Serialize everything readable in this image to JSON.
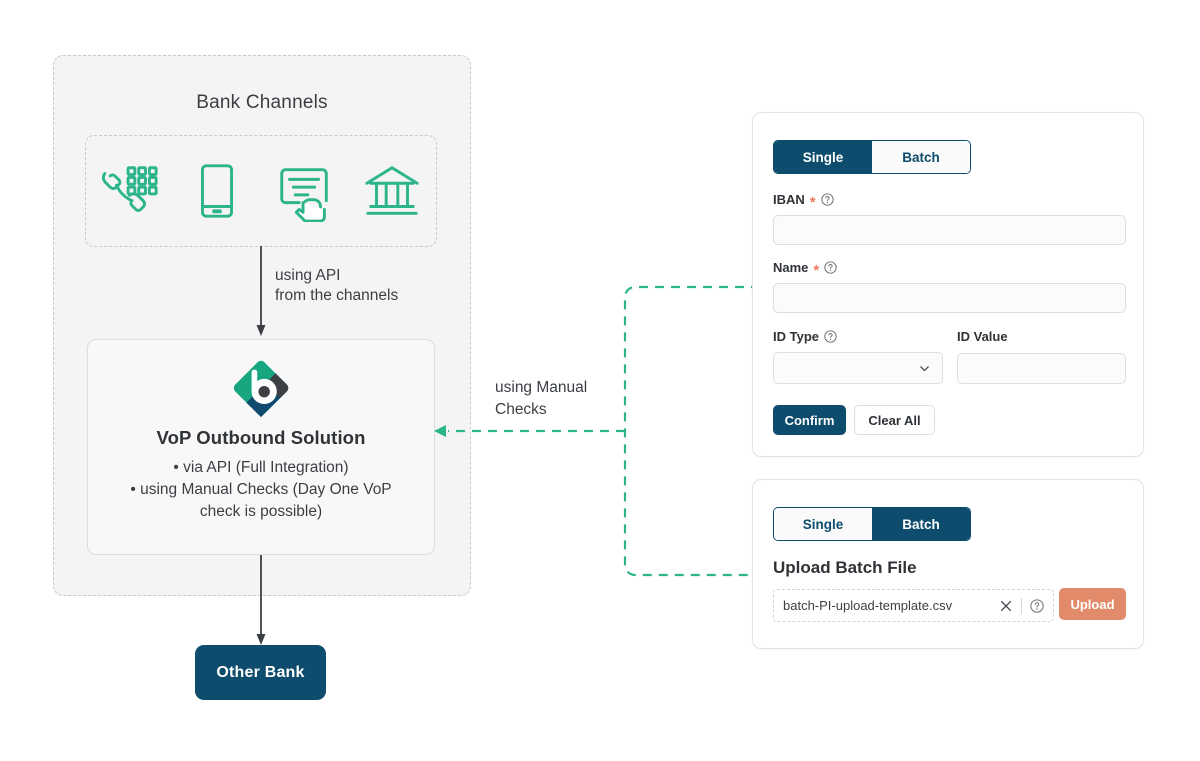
{
  "diagram": {
    "bank_channels_title": "Bank Channels",
    "channels": [
      {
        "name": "phone-keypad-icon",
        "label": "Phone banking"
      },
      {
        "name": "mobile-phone-icon",
        "label": "Mobile banking"
      },
      {
        "name": "online-form-click-icon",
        "label": "Online banking"
      },
      {
        "name": "bank-building-icon",
        "label": "Branch"
      }
    ],
    "api_arrow_label": "using API\nfrom the channels",
    "manual_arrow_label": "using Manual\nChecks",
    "vop": {
      "logo_name": "vop-brand-logo",
      "title": "VoP Outbound Solution",
      "bullets": [
        "• via API (Full Integration)",
        "• using Manual Checks (Day One VoP",
        "check is possible)"
      ]
    },
    "other_bank_label": "Other Bank"
  },
  "single_panel": {
    "tabs": [
      {
        "label": "Single",
        "active": true
      },
      {
        "label": "Batch",
        "active": false
      }
    ],
    "fields": {
      "iban": {
        "label": "IBAN",
        "required": "*",
        "value": "",
        "placeholder": ""
      },
      "name": {
        "label": "Name",
        "required": "*",
        "value": "",
        "placeholder": ""
      },
      "id_type": {
        "label": "ID Type",
        "value": "",
        "placeholder": ""
      },
      "id_value": {
        "label": "ID Value",
        "value": "",
        "placeholder": ""
      }
    },
    "buttons": {
      "confirm": "Confirm",
      "clear_all": "Clear All"
    }
  },
  "batch_panel": {
    "tabs": [
      {
        "label": "Single",
        "active": false
      },
      {
        "label": "Batch",
        "active": true
      }
    ],
    "upload_title": "Upload Batch File",
    "file_name": "batch-PI-upload-template.csv",
    "upload_button": "Upload"
  },
  "colors": {
    "brand_navy": "#0d4c6d",
    "brand_teal": "#2cb48a",
    "accent_orange": "#e28b6b",
    "required_star": "#e8795a",
    "panel_bg": "#f4f4f4",
    "text": "#3b3f44"
  }
}
